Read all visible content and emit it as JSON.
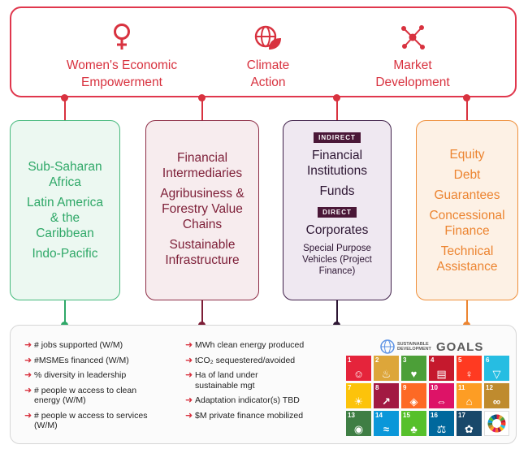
{
  "focus_areas": [
    {
      "icon": "female-symbol-icon",
      "lines": [
        "Women's Economic",
        "Empowerment"
      ]
    },
    {
      "icon": "globe-leaf-icon",
      "lines": [
        "Climate",
        "Action"
      ]
    },
    {
      "icon": "network-nodes-icon",
      "lines": [
        "Market",
        "Development"
      ]
    }
  ],
  "columns": {
    "regions": [
      "Sub-Saharan Africa",
      "Latin America & the Caribbean",
      "Indo-Pacific"
    ],
    "sectors": [
      "Financial Intermediaries",
      "Agribusiness & Forestry Value Chains",
      "Sustainable Infrastructure"
    ],
    "institutions": {
      "indirect_label": "INDIRECT",
      "indirect_items": [
        "Financial Institutions",
        "Funds"
      ],
      "direct_label": "DIRECT",
      "direct_items": [
        "Corporates"
      ],
      "direct_note": "Special Purpose Vehicles (Project Finance)"
    },
    "products": [
      "Equity",
      "Debt",
      "Guarantees",
      "Concessional Finance",
      "Technical Assistance"
    ]
  },
  "metrics": {
    "left": [
      "# jobs supported (W/M)",
      "#MSMEs financed (W/M)",
      "% diversity in leadership",
      "# people w access to clean energy (W/M)",
      "# people w access to services (W/M)"
    ],
    "right": [
      "MWh clean energy produced",
      "tCO₂ sequestered/avoided",
      "Ha of land under sustainable mgt",
      "Adaptation indicator(s) TBD",
      "$M private finance mobilized"
    ]
  },
  "sdg": {
    "header_small": "SUSTAINABLE DEVELOPMENT",
    "header_big": "GOALS",
    "tiles": [
      {
        "n": "1",
        "color": "#e5243b",
        "glyph": "☺"
      },
      {
        "n": "2",
        "color": "#dda63a",
        "glyph": "♨"
      },
      {
        "n": "3",
        "color": "#4c9f38",
        "glyph": "♥"
      },
      {
        "n": "4",
        "color": "#c5192d",
        "glyph": "▤"
      },
      {
        "n": "5",
        "color": "#ff3a21",
        "glyph": "♀"
      },
      {
        "n": "6",
        "color": "#26bde2",
        "glyph": "▽"
      },
      {
        "n": "7",
        "color": "#fcc30b",
        "glyph": "☀"
      },
      {
        "n": "8",
        "color": "#a21942",
        "glyph": "↗"
      },
      {
        "n": "9",
        "color": "#fd6925",
        "glyph": "◈"
      },
      {
        "n": "10",
        "color": "#dd1367",
        "glyph": "⇔"
      },
      {
        "n": "11",
        "color": "#fd9d24",
        "glyph": "⌂"
      },
      {
        "n": "12",
        "color": "#bf8b2e",
        "glyph": "∞"
      },
      {
        "n": "13",
        "color": "#3f7e44",
        "glyph": "◉"
      },
      {
        "n": "14",
        "color": "#0a97d9",
        "glyph": "≈"
      },
      {
        "n": "15",
        "color": "#56c02b",
        "glyph": "♣"
      },
      {
        "n": "16",
        "color": "#00689d",
        "glyph": "⚖"
      },
      {
        "n": "17",
        "color": "#19486a",
        "glyph": "✿"
      },
      {
        "n": "",
        "color": "#ffffff",
        "glyph": ""
      }
    ]
  },
  "colors": {
    "accent_red": "#d8323f",
    "regions_green": "#2fa868",
    "sectors_maroon": "#7d1e37",
    "institutions_purple": "#2d1633",
    "products_orange": "#ec8430"
  }
}
